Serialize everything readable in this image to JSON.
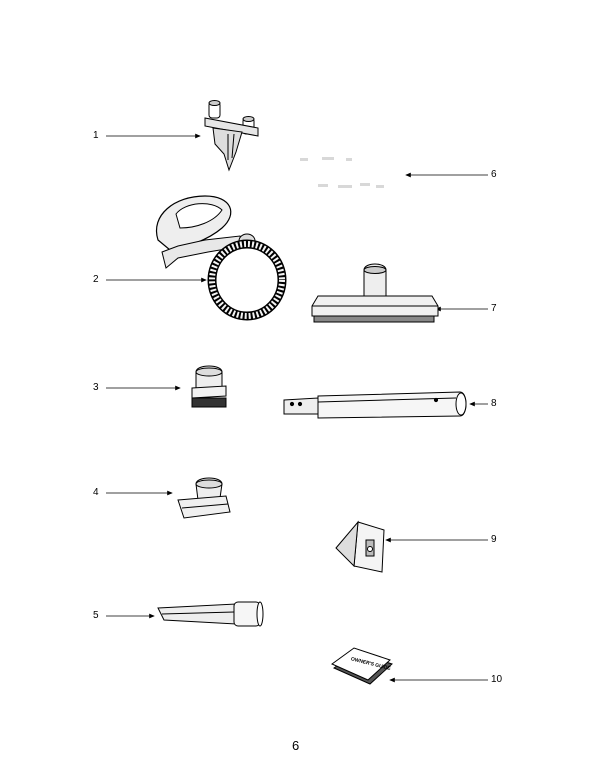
{
  "parts": [
    {
      "number": "1",
      "icon": "hose-hanger-icon"
    },
    {
      "number": "2",
      "icon": "hose-assembly-icon"
    },
    {
      "number": "3",
      "icon": "dusting-brush-icon"
    },
    {
      "number": "4",
      "icon": "upholstery-tool-icon"
    },
    {
      "number": "5",
      "icon": "crevice-tool-icon"
    },
    {
      "number": "6",
      "icon": "faded-part-icon"
    },
    {
      "number": "7",
      "icon": "floor-brush-icon"
    },
    {
      "number": "8",
      "icon": "extension-wand-icon"
    },
    {
      "number": "9",
      "icon": "dust-bag-icon"
    },
    {
      "number": "10",
      "icon": "owners-guide-icon"
    }
  ],
  "owners_guide_cover_text": "OWNER'S GUIDE",
  "page_number": "6"
}
